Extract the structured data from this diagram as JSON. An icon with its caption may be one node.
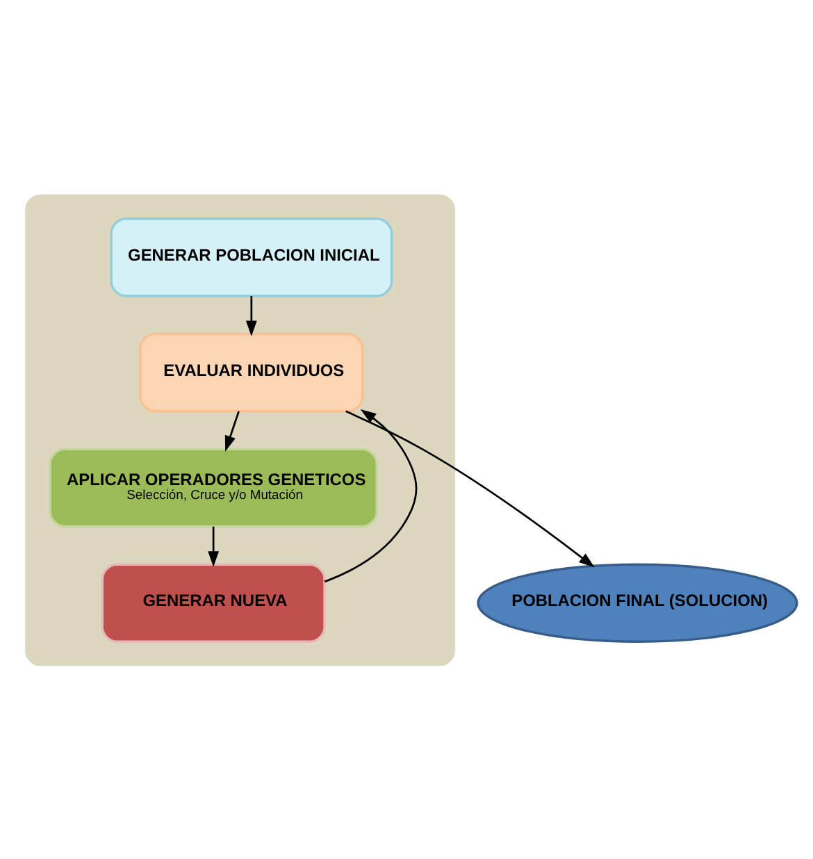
{
  "diagram": {
    "nodes": [
      {
        "text": [],
        "shape": "box"
      },
      {
        "text": [
          "GENERAR POBLACION INICIAL"
        ],
        "in": 0
      },
      {
        "text": [
          "EVALUAR INDIVIDUOS"
        ],
        "in": 0
      },
      {
        "text": [
          "APLICAR OPERADORES GENETICOS",
          "Selección, Cruce y/o Mutación"
        ],
        "in": 0
      },
      {
        "text": [
          "GENERAR NUEVA"
        ],
        "in": 0
      },
      {
        "text": [
          "POBLACION FINAL (SOLUCION)"
        ]
      }
    ],
    "edges": [
      {
        "from": 1,
        "to": 2,
        "arrow": "to"
      },
      {
        "from": 2,
        "to": 3,
        "arrow": "to"
      },
      {
        "from": 3,
        "to": 4,
        "arrow": "to"
      },
      {
        "from": 4,
        "to": 2,
        "arrow": "to"
      },
      {
        "from": 2,
        "to": 5,
        "arrow": "to"
      }
    ]
  }
}
